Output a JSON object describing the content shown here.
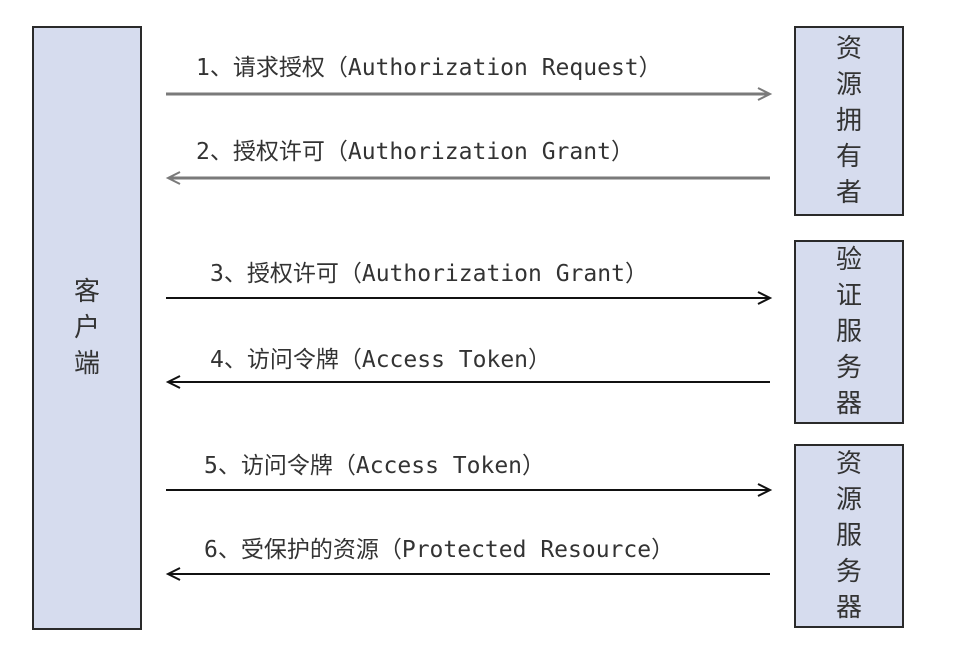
{
  "participants": {
    "client": {
      "label": "客户端"
    },
    "resource_owner": {
      "label": "资源拥有者"
    },
    "auth_server": {
      "label": "验证服务器"
    },
    "resource_server": {
      "label": "资源服务器"
    }
  },
  "messages": [
    {
      "label": "1、请求授权（Authorization Request）",
      "direction": "right"
    },
    {
      "label": "2、授权许可（Authorization Grant）",
      "direction": "left"
    },
    {
      "label": "3、授权许可（Authorization Grant）",
      "direction": "right"
    },
    {
      "label": "4、访问令牌（Access Token）",
      "direction": "left"
    },
    {
      "label": "5、访问令牌（Access Token）",
      "direction": "right"
    },
    {
      "label": "6、受保护的资源（Protected Resource）",
      "direction": "left"
    }
  ],
  "colors": {
    "box_fill": "#d6dcee",
    "box_border": "#2a2a2a",
    "arrow_gray": "#7a7a7a",
    "arrow_dark": "#111111",
    "text": "#333333"
  }
}
